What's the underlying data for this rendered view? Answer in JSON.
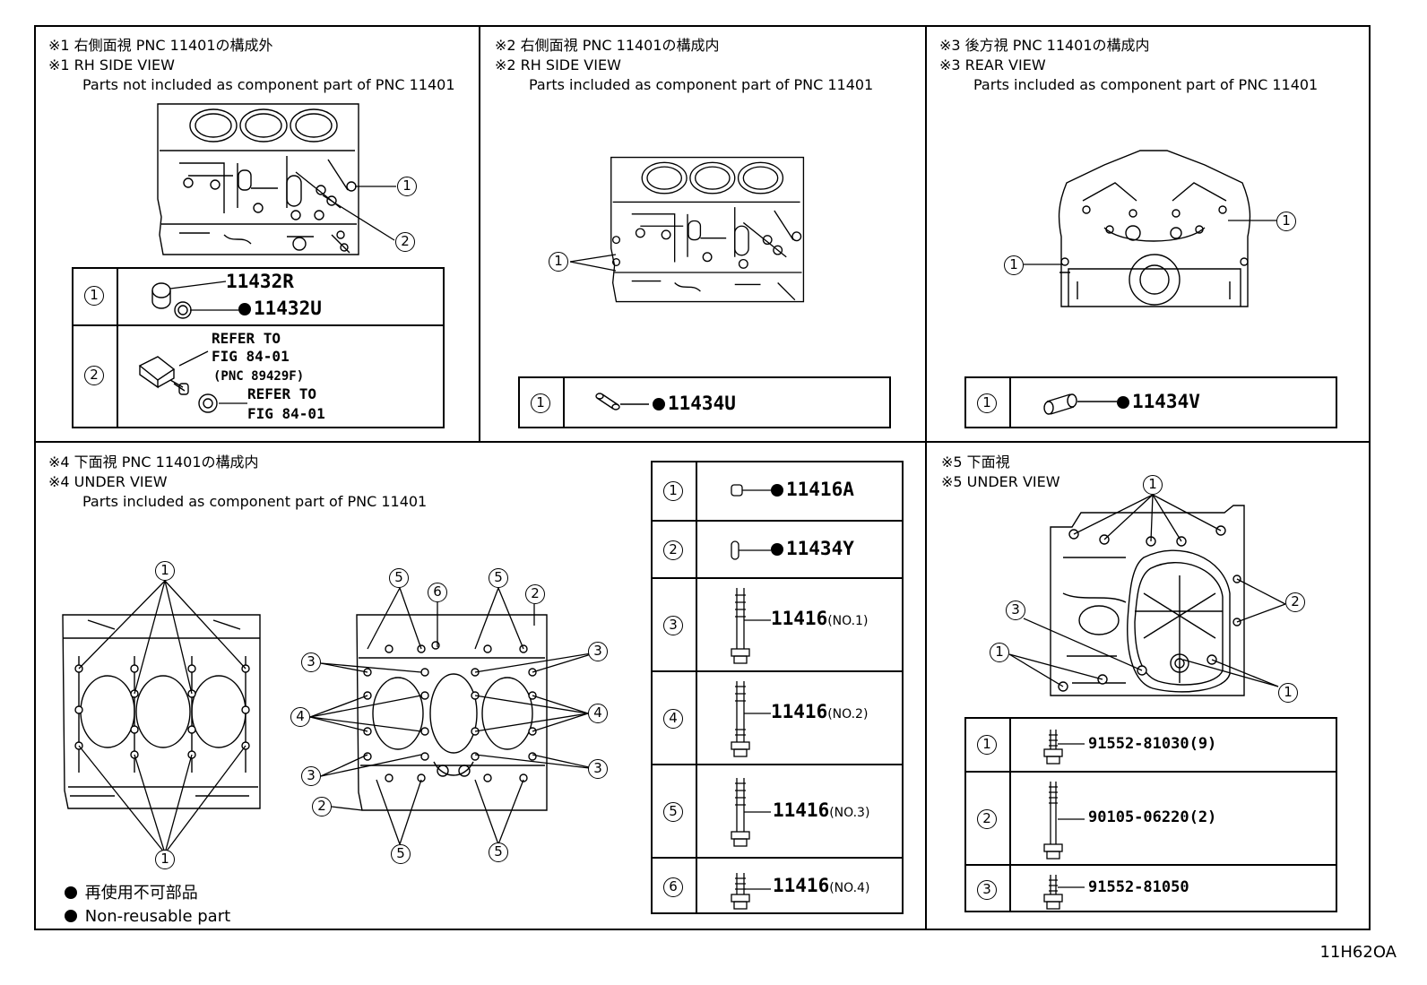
{
  "panels": {
    "p1": {
      "jp": "※1 右側面視  PNC 11401の構成外",
      "en": "※1 RH SIDE VIEW",
      "desc": "Parts not included as component part of PNC 11401"
    },
    "p2": {
      "jp": "※2 右側面視  PNC 11401の構成内",
      "en": "※2 RH SIDE VIEW",
      "desc": "Parts included as component part of PNC 11401"
    },
    "p3": {
      "jp": "※3 後方視  PNC 11401の構成内",
      "en": "※3 REAR VIEW",
      "desc": "Parts included as component part of PNC 11401"
    },
    "p4": {
      "jp": "※4 下面視  PNC 11401の構成内",
      "en": "※4 UNDER VIEW",
      "desc": "Parts included as component part of PNC 11401"
    },
    "p5": {
      "jp": "※5 下面視",
      "en": "※5 UNDER VIEW"
    }
  },
  "callouts": {
    "c1": "1",
    "c2": "2",
    "c3": "3",
    "c4": "4",
    "c5": "5",
    "c6": "6"
  },
  "parts": {
    "p1": {
      "plug": "11432R",
      "gasket": "11432U",
      "refer1": "REFER TO",
      "fig1": "FIG 84-01",
      "pnc": "(PNC 89429F)",
      "refer2": "REFER TO",
      "fig2": "FIG 84-01"
    },
    "p2": {
      "plug": "11434U"
    },
    "p3": {
      "plug": "11434V"
    },
    "p4": {
      "r1": "11416A",
      "r2": "11434Y",
      "r3": "11416",
      "r3no": "(NO.1)",
      "r4": "11416",
      "r4no": "(NO.2)",
      "r5": "11416",
      "r5no": "(NO.3)",
      "r6": "11416",
      "r6no": "(NO.4)"
    },
    "p5": {
      "r1": "91552-81030(9)",
      "r2": "90105-06220(2)",
      "r3": "91552-81050"
    }
  },
  "legend": {
    "jp": "再使用不可部品",
    "en": "Non-reusable part"
  },
  "figure_code": "11H62OA"
}
